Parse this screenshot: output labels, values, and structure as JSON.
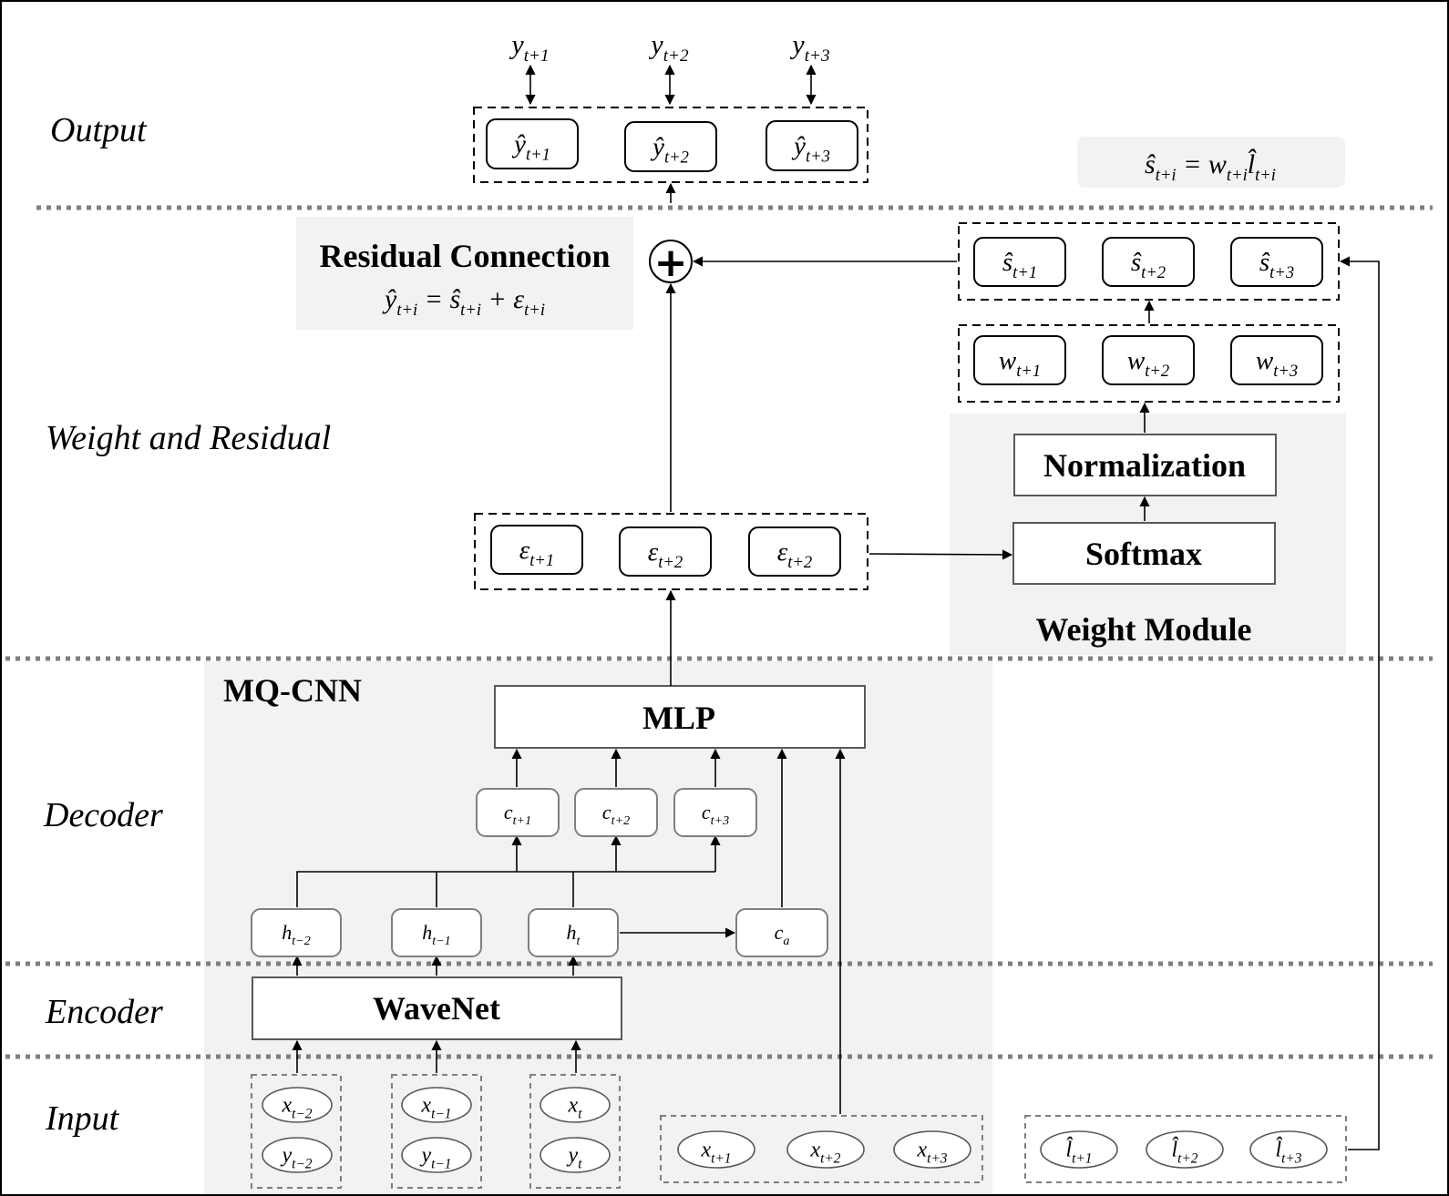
{
  "rows": {
    "output": "Output",
    "weight_residual": "Weight and Residual",
    "decoder": "Decoder",
    "encoder": "Encoder",
    "input": "Input"
  },
  "titles": {
    "residual_connection": "Residual Connection",
    "normalization": "Normalization",
    "softmax": "Softmax",
    "weight_module": "Weight Module",
    "mq_cnn": "MQ-CNN",
    "mlp": "MLP",
    "wavenet": "WaveNet"
  },
  "symbols": {
    "plus": "+"
  },
  "formulas": {
    "residual": {
      "base": "ŷ",
      "sub": "t+i",
      "rest": " = ŝ",
      "sub2": "t+i",
      "rest2": " + ε",
      "sub3": "t+i"
    },
    "weighted": {
      "base": "ŝ",
      "sub": "t+i",
      "rest": " = w",
      "sub2": "t+i",
      "rest2": "l̂",
      "sub3": "t+i"
    }
  },
  "targets": [
    {
      "base": "y",
      "sub": "t+1"
    },
    {
      "base": "y",
      "sub": "t+2"
    },
    {
      "base": "y",
      "sub": "t+3"
    }
  ],
  "outputs": [
    {
      "base": "ŷ",
      "sub": "t+1"
    },
    {
      "base": "ŷ",
      "sub": "t+2"
    },
    {
      "base": "ŷ",
      "sub": "t+3"
    }
  ],
  "scaled": [
    {
      "base": "ŝ",
      "sub": "t+1"
    },
    {
      "base": "ŝ",
      "sub": "t+2"
    },
    {
      "base": "ŝ",
      "sub": "t+3"
    }
  ],
  "weights": [
    {
      "base": "w",
      "sub": "t+1"
    },
    {
      "base": "w",
      "sub": "t+2"
    },
    {
      "base": "w",
      "sub": "t+3"
    }
  ],
  "residuals": [
    {
      "base": "ε",
      "sub": "t+1"
    },
    {
      "base": "ε",
      "sub": "t+2"
    },
    {
      "base": "ε",
      "sub": "t+2"
    }
  ],
  "contexts": [
    {
      "base": "c",
      "sub": "t+1"
    },
    {
      "base": "c",
      "sub": "t+2"
    },
    {
      "base": "c",
      "sub": "t+3"
    }
  ],
  "hidden": [
    {
      "base": "h",
      "sub": "t−2"
    },
    {
      "base": "h",
      "sub": "t−1"
    },
    {
      "base": "h",
      "sub": "t"
    }
  ],
  "ca": {
    "base": "c",
    "sub": "a"
  },
  "inputs_x": [
    {
      "base": "x",
      "sub": "t−2"
    },
    {
      "base": "x",
      "sub": "t−1"
    },
    {
      "base": "x",
      "sub": "t"
    }
  ],
  "inputs_y": [
    {
      "base": "y",
      "sub": "t−2"
    },
    {
      "base": "y",
      "sub": "t−1"
    },
    {
      "base": "y",
      "sub": "t"
    }
  ],
  "future_x": [
    {
      "base": "x",
      "sub": "t+1"
    },
    {
      "base": "x",
      "sub": "t+2"
    },
    {
      "base": "x",
      "sub": "t+3"
    }
  ],
  "future_l": [
    {
      "base": "l̂",
      "sub": "t+1"
    },
    {
      "base": "l̂",
      "sub": "t+2"
    },
    {
      "base": "l̂",
      "sub": "t+3"
    }
  ]
}
